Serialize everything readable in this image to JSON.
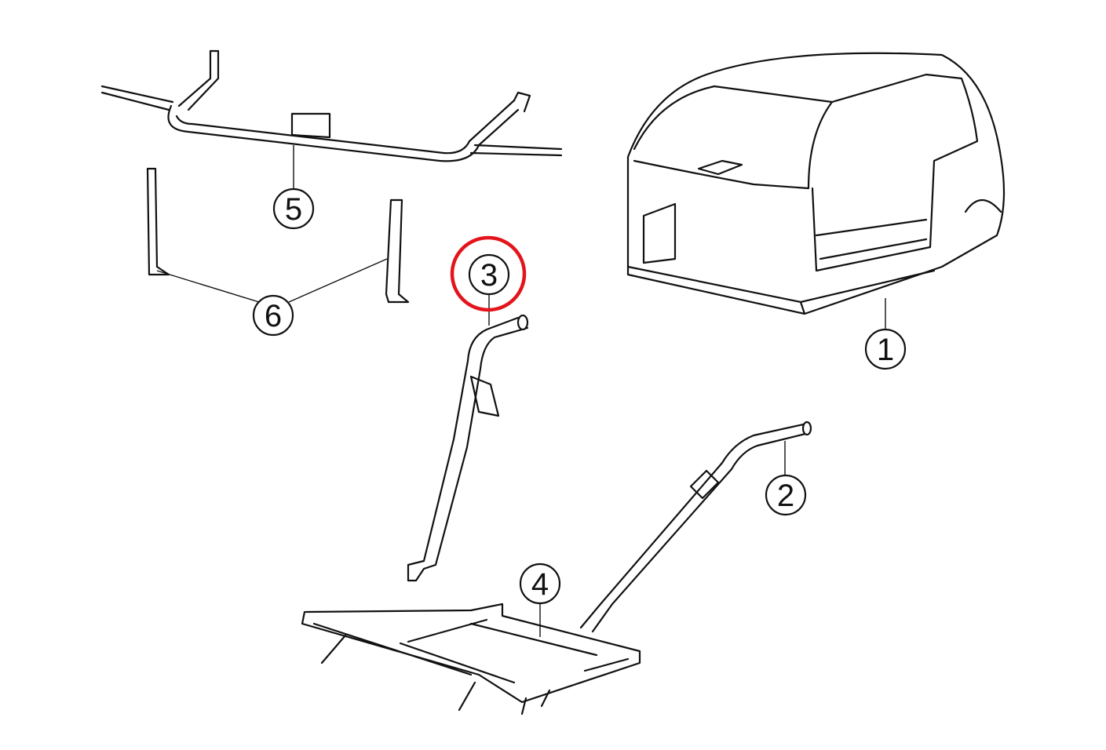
{
  "callouts": [
    {
      "id": "1",
      "label": "1"
    },
    {
      "id": "2",
      "label": "2"
    },
    {
      "id": "3",
      "label": "3"
    },
    {
      "id": "4",
      "label": "4"
    },
    {
      "id": "5",
      "label": "5"
    },
    {
      "id": "6",
      "label": "6"
    }
  ],
  "highlight": {
    "target": "3",
    "color": "#e3141b"
  }
}
